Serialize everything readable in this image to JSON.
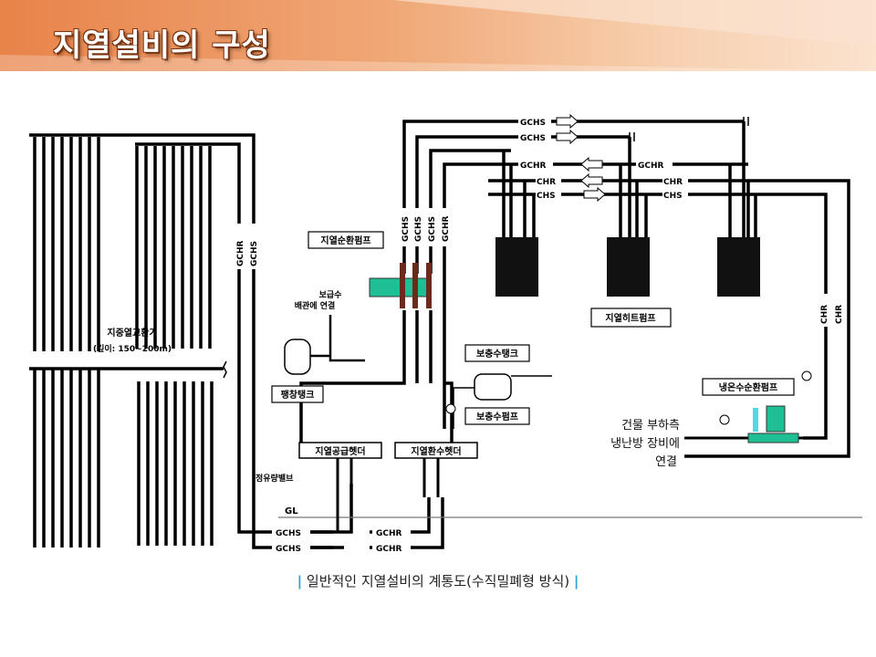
{
  "slide": {
    "title": "지열설비의 구성",
    "caption": "일반적인 지열설비의 계통도(수직밀폐형 방식)",
    "caption_bar": "|"
  },
  "diagram": {
    "ground_exchanger": "지중열교환기",
    "depth": "(깊이: 150~200m)",
    "circ_pump": "지열순환펌프",
    "makeup_note_1": "보급수",
    "makeup_note_2": "배관에 연결",
    "expansion_tank": "팽창탱크",
    "makeup_tank": "보충수탱크",
    "makeup_pump": "보충수펌프",
    "supply_header": "지열공급헷더",
    "return_header": "지열환수헷더",
    "flow_valve": "정유량밸브",
    "gl": "GL",
    "heat_pump": "지열히트펌프",
    "chw_pump": "냉온수순환펌프",
    "building_1": "건물 부하측",
    "building_2": "냉난방 장비에",
    "building_3": "연결",
    "pipe_gchs": "GCHS",
    "pipe_gchr": "GCHR",
    "pipe_chr": "CHR",
    "pipe_chs": "CHS"
  },
  "colors": {
    "banner": "#e8834a",
    "pump": "#1fbf95",
    "caption_bar": "#2aa0d8"
  }
}
